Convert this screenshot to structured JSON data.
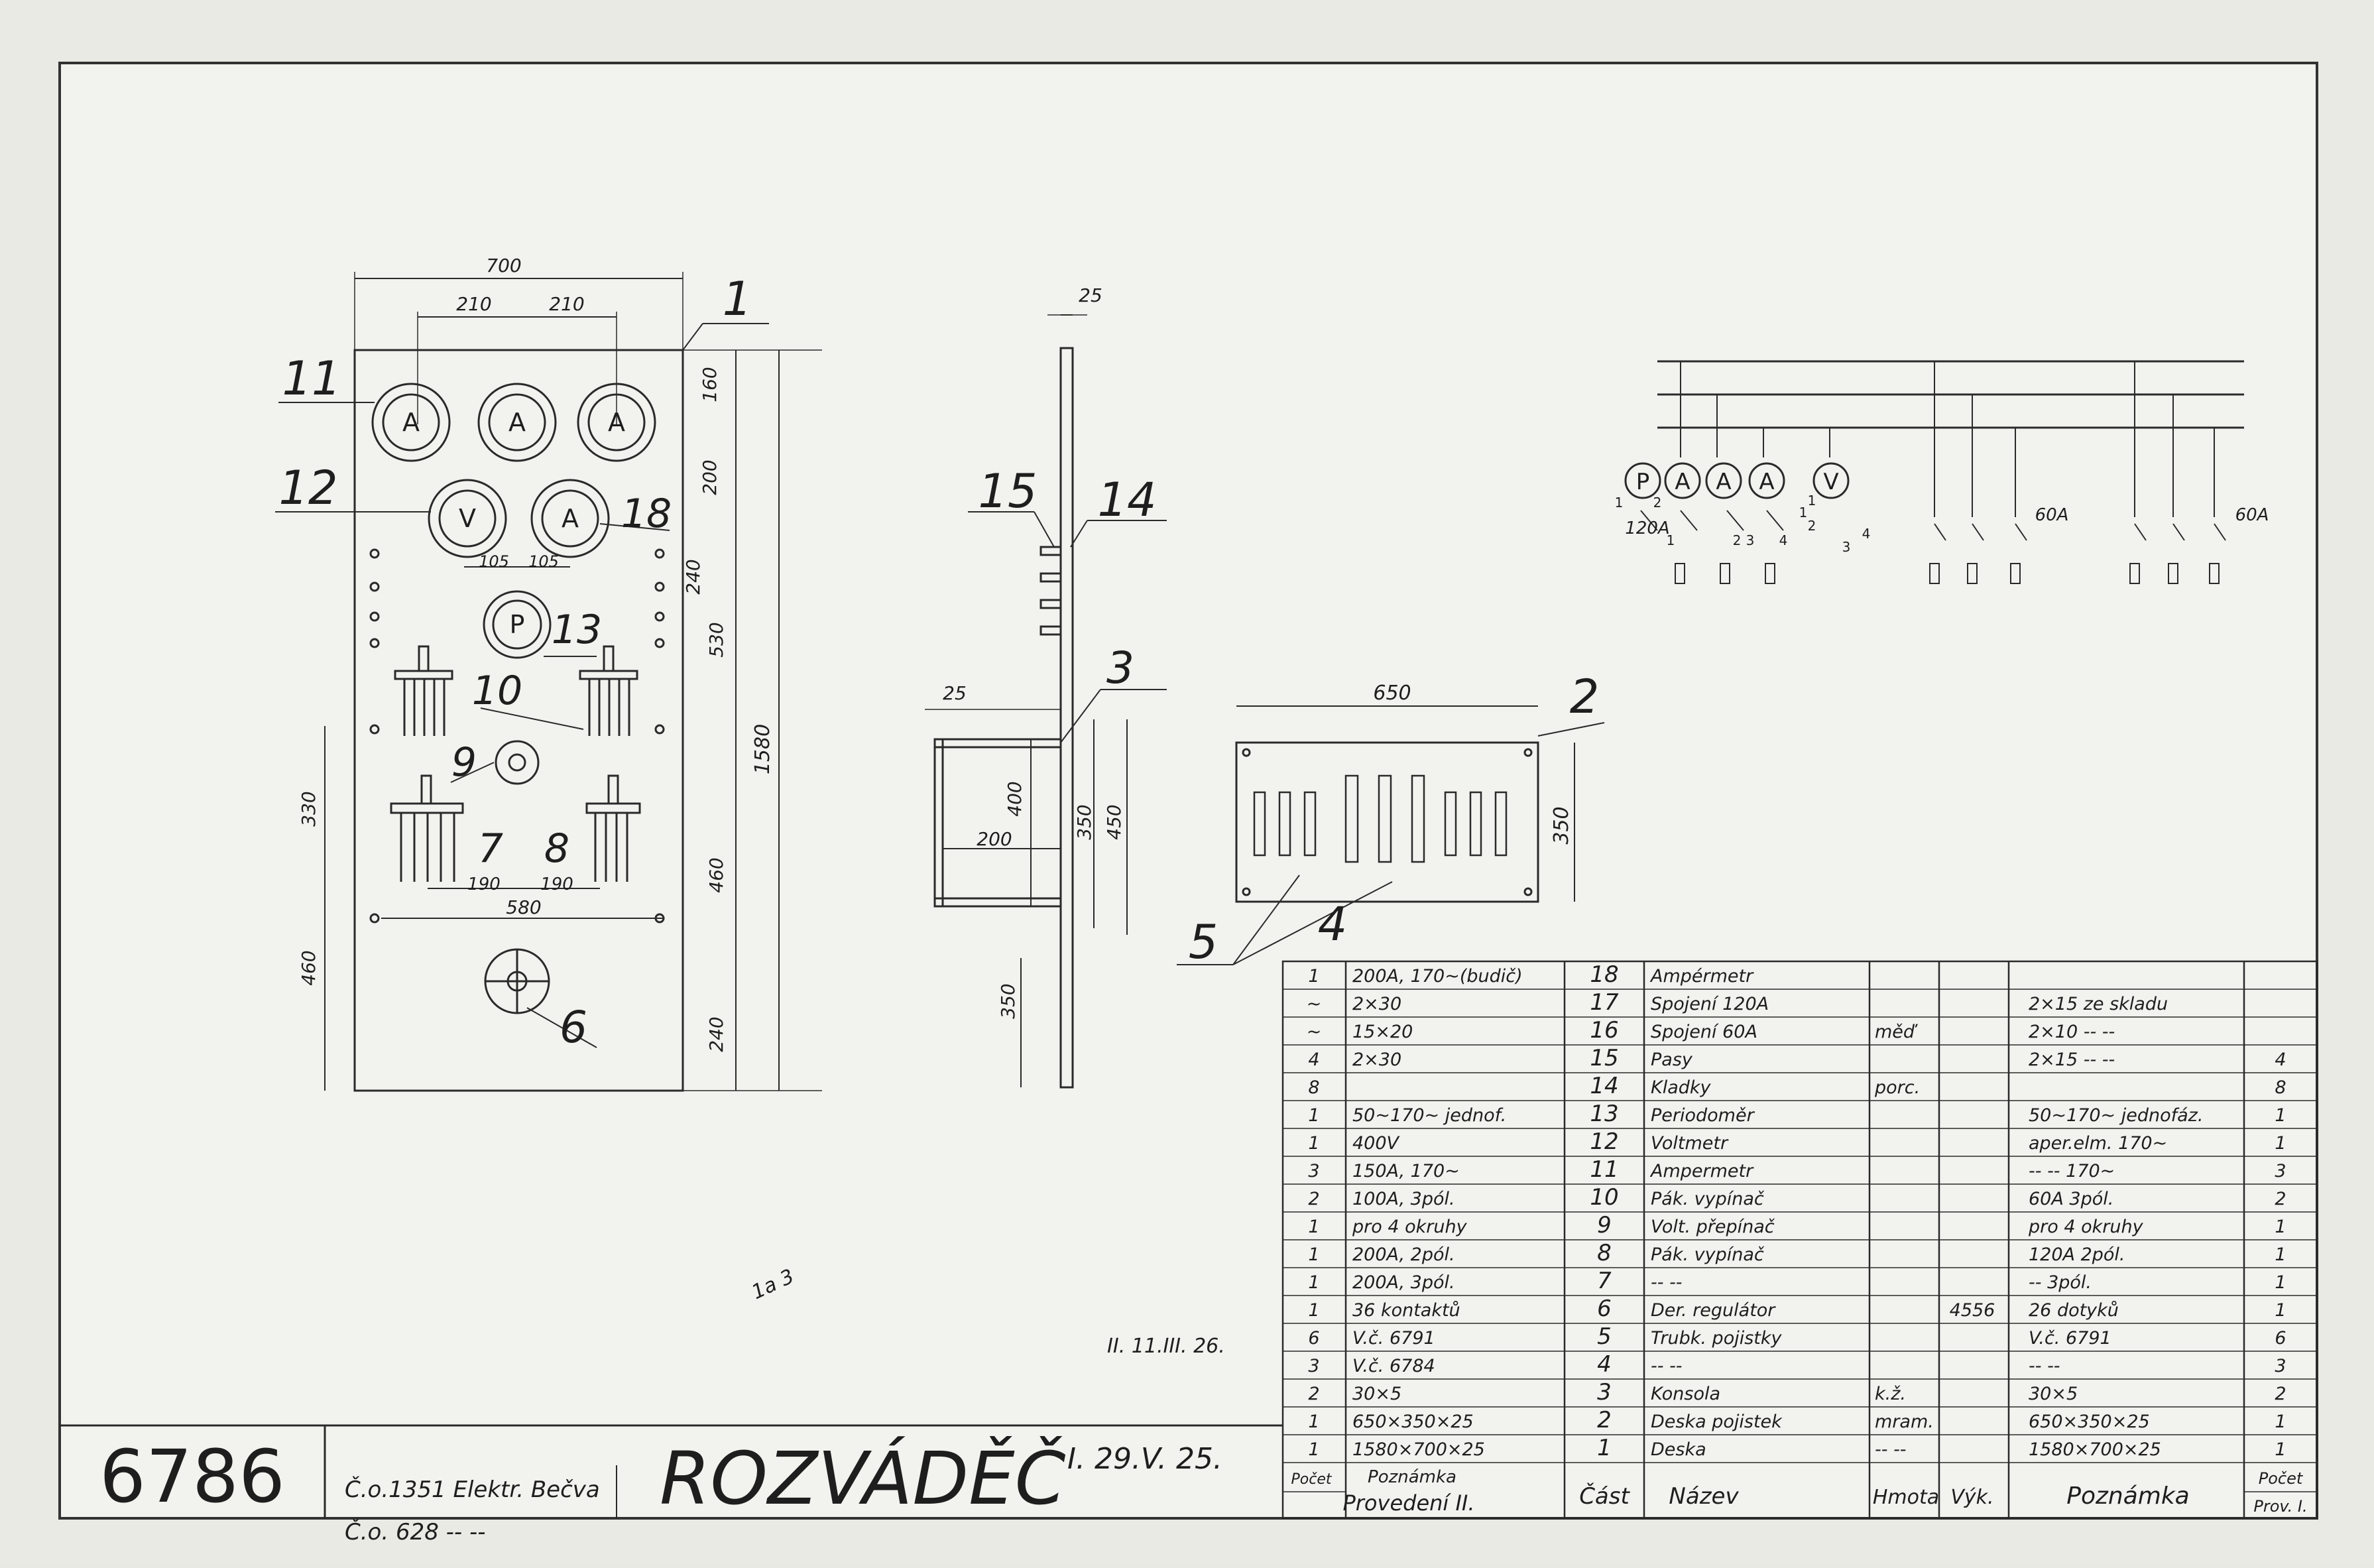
{
  "drawing_number": "6786",
  "title": "ROZVÁDĚČ",
  "title_date": "I. 29.V. 25.",
  "revision_note": "II. 11.III. 26.",
  "order_refs": [
    "Č.o.1351 Elektr. Bečva",
    "Č.o. 628 -- --"
  ],
  "margin_note": "1a 3",
  "front_view": {
    "dims": [
      "700",
      "210",
      "210",
      "105",
      "105",
      "580",
      "190",
      "190",
      "160",
      "200",
      "240",
      "530",
      "460",
      "240",
      "1580",
      "330",
      "460"
    ],
    "meters": [
      "A",
      "A",
      "A",
      "V",
      "A",
      "P"
    ],
    "callouts": [
      "1",
      "11",
      "12",
      "18",
      "13",
      "10",
      "9",
      "7",
      "8",
      "6"
    ]
  },
  "side_view": {
    "dims": [
      "25",
      "25",
      "200",
      "400",
      "350",
      "450",
      "350"
    ],
    "callouts": [
      "15",
      "14",
      "3"
    ]
  },
  "fuse_panel": {
    "dims": [
      "650",
      "350"
    ],
    "callouts": [
      "2",
      "5",
      "4"
    ]
  },
  "schematic": {
    "meters": [
      "P",
      "A",
      "A",
      "A",
      "V"
    ],
    "labels": [
      "120A",
      "60A",
      "60A",
      "1",
      "2",
      "1",
      "2",
      "3",
      "4",
      "1",
      "2",
      "3",
      "4",
      "1"
    ]
  },
  "parts_table": {
    "rows": [
      {
        "qty": "1",
        "note": "200A, 170~(budič)",
        "part": "18",
        "name": "Ampérmetr",
        "material": "",
        "model": "",
        "remark": "",
        "count": ""
      },
      {
        "qty": "~",
        "note": "2×30",
        "part": "17",
        "name": "Spojení 120A",
        "material": "",
        "model": "",
        "remark": "2×15 ze skladu",
        "count": ""
      },
      {
        "qty": "~",
        "note": "15×20",
        "part": "16",
        "name": "Spojení 60A",
        "material": "měď",
        "model": "",
        "remark": "2×10 -- --",
        "count": ""
      },
      {
        "qty": "4",
        "note": "2×30",
        "part": "15",
        "name": "Pasy",
        "material": "",
        "model": "",
        "remark": "2×15 -- --",
        "count": "4"
      },
      {
        "qty": "8",
        "note": "",
        "part": "14",
        "name": "Kladky",
        "material": "porc.",
        "model": "",
        "remark": "",
        "count": "8"
      },
      {
        "qty": "1",
        "note": "50~170~ jednof.",
        "part": "13",
        "name": "Periodoměr",
        "material": "",
        "model": "",
        "remark": "50~170~ jednofáz.",
        "count": "1"
      },
      {
        "qty": "1",
        "note": "400V",
        "part": "12",
        "name": "Voltmetr",
        "material": "",
        "model": "",
        "remark": "aper.elm. 170~",
        "count": "1"
      },
      {
        "qty": "3",
        "note": "150A, 170~",
        "part": "11",
        "name": "Ampermetr",
        "material": "",
        "model": "",
        "remark": "-- -- 170~",
        "count": "3"
      },
      {
        "qty": "2",
        "note": "100A, 3pól.",
        "part": "10",
        "name": "Pák. vypínač",
        "material": "",
        "model": "",
        "remark": "60A 3pól.",
        "count": "2"
      },
      {
        "qty": "1",
        "note": "pro 4 okruhy",
        "part": "9",
        "name": "Volt. přepínač",
        "material": "",
        "model": "",
        "remark": "pro 4 okruhy",
        "count": "1"
      },
      {
        "qty": "1",
        "note": "200A, 2pól.",
        "part": "8",
        "name": "Pák. vypínač",
        "material": "",
        "model": "",
        "remark": "120A 2pól.",
        "count": "1"
      },
      {
        "qty": "1",
        "note": "200A, 3pól.",
        "part": "7",
        "name": "-- --",
        "material": "",
        "model": "",
        "remark": "-- 3pól.",
        "count": "1"
      },
      {
        "qty": "1",
        "note": "36 kontaktů",
        "part": "6",
        "name": "Der. regulátor",
        "material": "",
        "model": "4556",
        "remark": "26 dotyků",
        "count": "1"
      },
      {
        "qty": "6",
        "note": "V.č. 6791",
        "part": "5",
        "name": "Trubk. pojistky",
        "material": "",
        "model": "",
        "remark": "V.č. 6791",
        "count": "6"
      },
      {
        "qty": "3",
        "note": "V.č. 6784",
        "part": "4",
        "name": "-- --",
        "material": "",
        "model": "",
        "remark": "-- --",
        "count": "3"
      },
      {
        "qty": "2",
        "note": "30×5",
        "part": "3",
        "name": "Konsola",
        "material": "k.ž.",
        "model": "",
        "remark": "30×5",
        "count": "2"
      },
      {
        "qty": "1",
        "note": "650×350×25",
        "part": "2",
        "name": "Deska pojistek",
        "material": "mram.",
        "model": "",
        "remark": "650×350×25",
        "count": "1"
      },
      {
        "qty": "1",
        "note": "1580×700×25",
        "part": "1",
        "name": "Deska",
        "material": "-- --",
        "model": "",
        "remark": "1580×700×25",
        "count": "1"
      }
    ],
    "footer": {
      "qty": "Počet",
      "note": "Poznámka",
      "provedeni": "Provedení II.",
      "part": "Část",
      "name": "Název",
      "material": "Hmota",
      "model": "Výk.",
      "remark": "Poznámka",
      "count": "Počet",
      "prov": "Prov. I."
    }
  }
}
